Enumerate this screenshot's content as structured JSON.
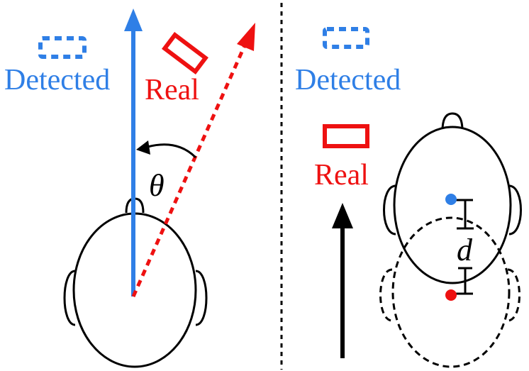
{
  "labels": {
    "left_detected": "Detected",
    "left_real": "Real",
    "angle": "θ",
    "right_detected": "Detected",
    "right_real": "Real",
    "distance": "d"
  },
  "colors": {
    "detected": "#2f7fe6",
    "real": "#ee1111",
    "neutral": "#000000"
  }
}
